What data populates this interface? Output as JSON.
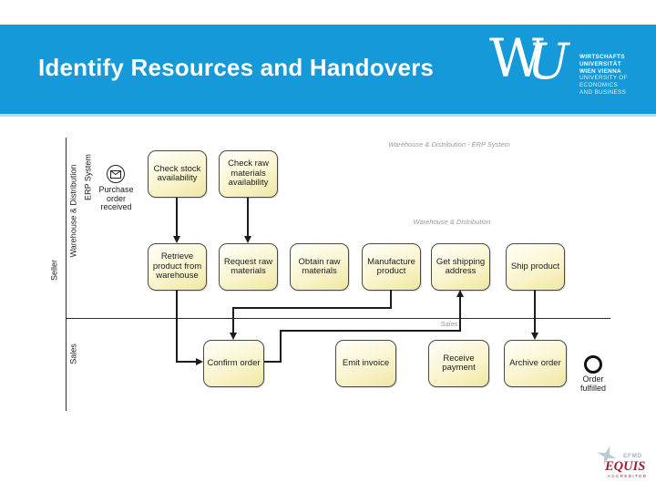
{
  "header": {
    "title": "Identify Resources and Handovers",
    "bg_color": "#1699d8"
  },
  "wu_logo": {
    "letter_w": "W",
    "letter_u": "U",
    "lines": [
      "WIRTSCHAFTS",
      "UNIVERSITÄT",
      "WIEN VIENNA",
      "UNIVERSITY OF",
      "ECONOMICS",
      "AND BUSINESS"
    ]
  },
  "diagram": {
    "pool_label": "Seller",
    "lane_warehouse_label": "Warehouse & Distribution",
    "sublane_erp_label": "ERP System",
    "lane_sales_label": "Sales",
    "start_event_label": "Purchase order received",
    "end_event_label": "Order fulfilled",
    "handovers": {
      "erp": "Warehouse & Distribution - ERP System",
      "warehouse": "Warehouse & Distribution",
      "sales": "Sales"
    },
    "tasks": [
      {
        "label": "Check stock availability"
      },
      {
        "label": "Check raw materials availability"
      },
      {
        "label": "Retrieve product from warehouse"
      },
      {
        "label": "Request raw materials"
      },
      {
        "label": "Obtain raw materials"
      },
      {
        "label": "Manufacture product"
      },
      {
        "label": "Get shipping address"
      },
      {
        "label": "Ship product"
      },
      {
        "label": "Confirm order"
      },
      {
        "label": "Emit invoice"
      },
      {
        "label": "Receive payment"
      },
      {
        "label": "Archive order"
      }
    ]
  },
  "equis_logo": {
    "efmd": "EFMD",
    "name": "EQUIS",
    "accredited": "ACCREDITED",
    "accent_color": "#a01e35"
  }
}
